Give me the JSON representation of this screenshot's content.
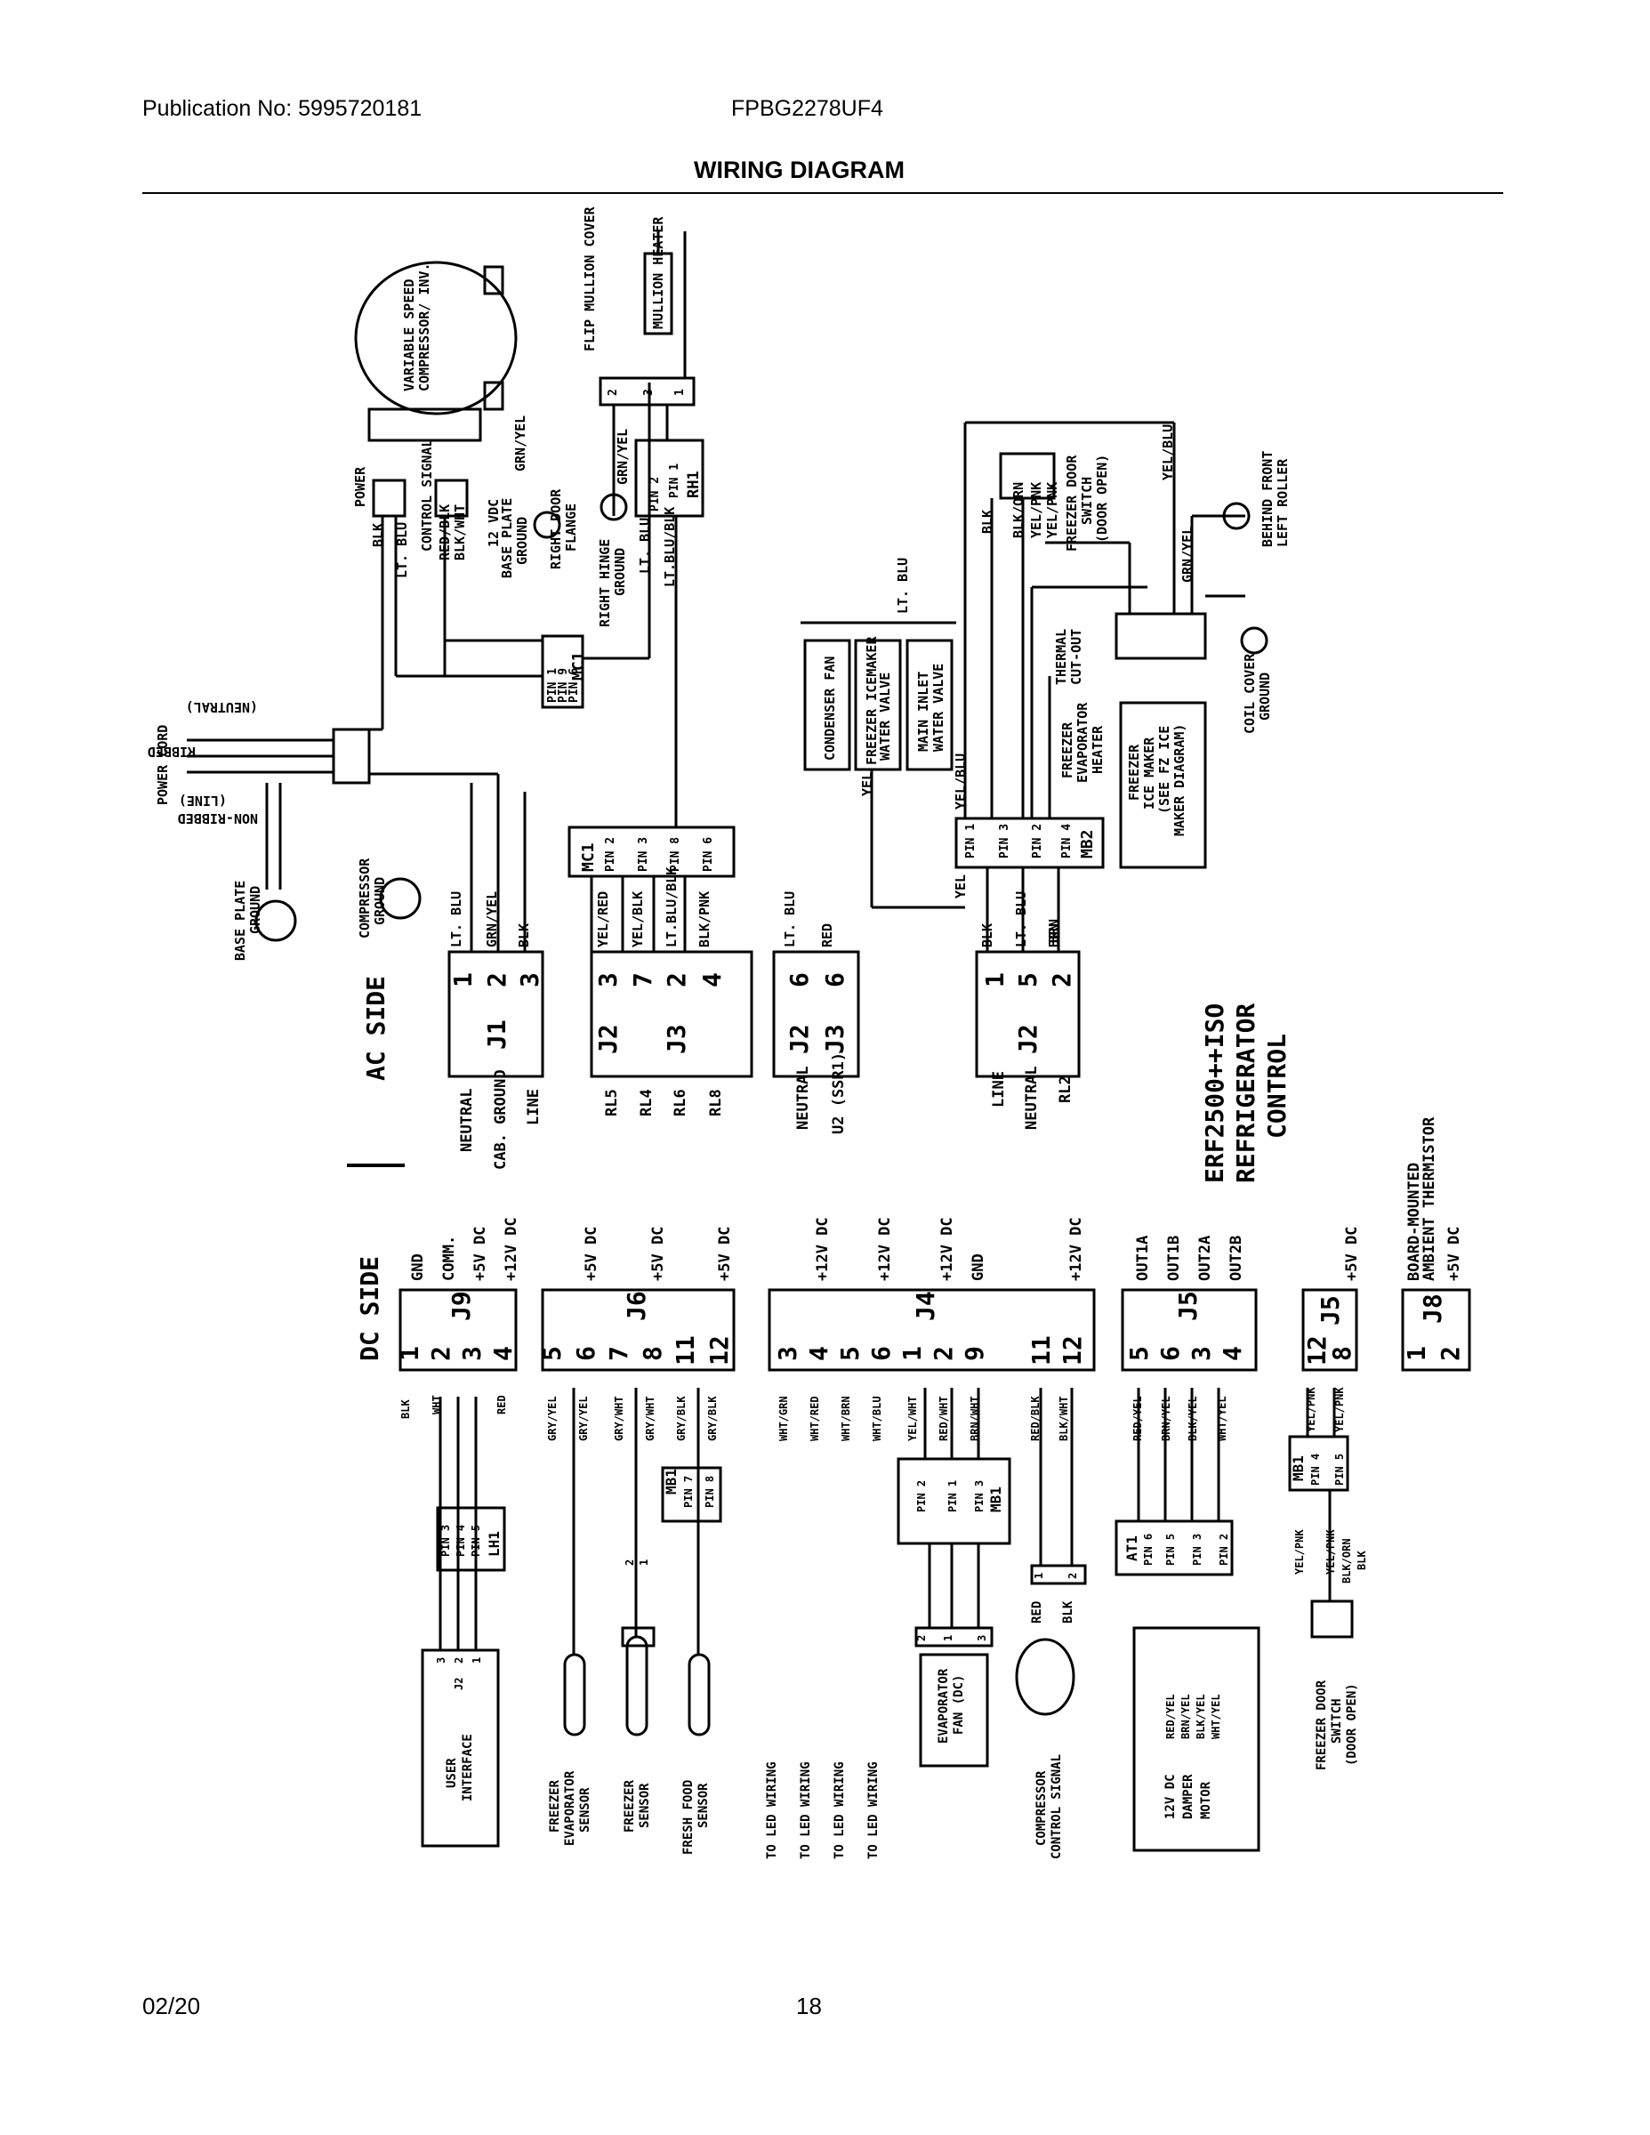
{
  "header": {
    "publication": "Publication No: 5995720181",
    "model": "FPBG2278UF4",
    "title": "WIRING DIAGRAM"
  },
  "footer": {
    "date": "02/20",
    "page": "18"
  },
  "control": {
    "line1": "ERF2500++ISO",
    "line2": "REFRIGERATOR",
    "line3": "CONTROL"
  },
  "ac": {
    "side": "AC SIDE",
    "j1": {
      "name": "J1",
      "pins": [
        "1",
        "2",
        "3"
      ],
      "labels": [
        "NEUTRAL",
        "CAB. GROUND",
        "LINE"
      ],
      "wires": [
        "LT. BLU",
        "GRN/YEL",
        "BLK"
      ]
    },
    "j23": {
      "j2": "J2",
      "j3": "J3",
      "pins": [
        "3",
        "7",
        "2",
        "4"
      ],
      "labels": [
        "RL5",
        "RL4",
        "RL6",
        "RL8"
      ],
      "wires": [
        "YEL/RED",
        "YEL/BLK",
        "LT.BLU/BLK",
        "BLK/PNK"
      ]
    },
    "u2": {
      "j2": "J2",
      "j3": "J3",
      "pins": [
        "6",
        "6"
      ],
      "labels": [
        "NEUTRAL",
        "U2 (SSR1)"
      ],
      "wires": [
        "LT. BLU",
        "RED"
      ]
    },
    "j2b": {
      "name": "J2",
      "pins": [
        "1",
        "5",
        "2"
      ],
      "labels": [
        "LINE",
        "NEUTRAL",
        "RL2"
      ],
      "wires": [
        "BLK",
        "LT. BLU",
        "BRN"
      ]
    },
    "mc1": {
      "name": "MC1",
      "pins": [
        "PIN 2",
        "PIN 3",
        "PIN 8",
        "PIN 6"
      ],
      "pins_small": [
        "PIN 1",
        "PIN 9",
        "PIN 6"
      ]
    },
    "mb2": {
      "name": "MB2",
      "pins": [
        "PIN 1",
        "PIN 3",
        "PIN 2",
        "PIN 4"
      ]
    },
    "rh1": {
      "name": "RH1",
      "pins": [
        "PIN 2",
        "PIN 1"
      ],
      "conn": [
        "2",
        "3",
        "1"
      ]
    },
    "labels": {
      "power_cord": "POWER CORD",
      "ribbed": "RIBBED",
      "neutral_paren": "(NEUTRAL)",
      "non_ribbed": "NON-RIBBED",
      "line_paren": "(LINE)",
      "base_plate_ground": [
        "BASE PLATE",
        "GROUND"
      ],
      "compressor_ground": [
        "COMPRESSOR",
        "GROUND"
      ],
      "compressor": [
        "VARIABLE SPEED",
        "COMPRESSOR/ INV."
      ],
      "power": "POWER",
      "control_signal": "CONTROL SIGNAL",
      "blk": "BLK",
      "lt_blu": "LT. BLU",
      "red_blk": "RED/BLK",
      "blk_wht": "BLK/WHT",
      "vdc12": "12 VDC",
      "base_plate_ground2": [
        "BASE PLATE",
        "GROUND"
      ],
      "grn_yel": "GRN/YEL",
      "right_door_flange": [
        "RIGHT DOOR",
        "FLANGE"
      ],
      "right_hinge_ground": [
        "RIGHT HINGE",
        "GROUND"
      ],
      "lt_blu_blk": "LT.BLU/BLK",
      "flip_mullion_cover": "FLIP MULLION COVER",
      "mullion_heater": "MULLION HEATER",
      "condenser_fan": "CONDENSER FAN",
      "freezer_icemaker": [
        "FREEZER ICEMAKER",
        "WATER VALVE"
      ],
      "main_inlet": [
        "MAIN INLET",
        "WATER VALVE"
      ],
      "yel": "YEL",
      "yel_blu": "YEL/BLU",
      "freezer_door_switch": [
        "FREEZER DOOR",
        "SWITCH",
        "(DOOR OPEN)"
      ],
      "blk_orn": "BLK/ORN",
      "yel_pnk": "YEL/PNK",
      "behind_front_left_roller": [
        "BEHIND FRONT",
        "LEFT ROLLER"
      ],
      "thermal_cutout": [
        "THERMAL",
        "CUT-OUT"
      ],
      "freezer_evap_heater": [
        "FREEZER",
        "EVAPORATOR",
        "HEATER"
      ],
      "freezer_ice_maker": [
        "FREEZER",
        "ICE MAKER",
        "(SEE FZ ICE",
        "MAKER DIAGRAM)"
      ],
      "coil_cover_ground": [
        "COIL COVER",
        "GROUND"
      ],
      "brn": "BRN"
    }
  },
  "dc": {
    "side": "DC SIDE",
    "j9": {
      "name": "J9",
      "pins": [
        "1",
        "2",
        "3",
        "4"
      ],
      "labels": [
        "GND",
        "COMM.",
        "+5V DC",
        "+12V DC"
      ],
      "wires": [
        "BLK",
        "WHT",
        "",
        "RED"
      ]
    },
    "j6": {
      "name": "J6",
      "pins": [
        "5",
        "6",
        "7",
        "8",
        "11",
        "12"
      ],
      "labels": [
        "+5V DC",
        "+5V DC",
        "+5V DC"
      ],
      "wires": [
        "GRY/YEL",
        "GRY/YEL",
        "GRY/WHT",
        "GRY/WHT",
        "GRY/BLK",
        "GRY/BLK"
      ]
    },
    "j4": {
      "name": "J4",
      "pins": [
        "3",
        "4",
        "5",
        "6",
        "1",
        "2",
        "9",
        "11",
        "12"
      ],
      "labels": [
        "+12V DC",
        "+12V DC",
        "+12V DC",
        "GND",
        "+12V DC"
      ],
      "wires": [
        "WHT/GRN",
        "WHT/RED",
        "WHT/BRN",
        "WHT/BLU",
        "YEL/WHT",
        "RED/WHT",
        "BRN/WHT",
        "RED/BLK",
        "BLK/WHT"
      ]
    },
    "j5": {
      "name": "J5",
      "pins": [
        "5",
        "6",
        "3",
        "4"
      ],
      "labels": [
        "OUT1A",
        "OUT1B",
        "OUT2A",
        "OUT2B"
      ],
      "wires": [
        "RED/YEL",
        "BRN/YEL",
        "BLK/YEL",
        "WHT/YEL"
      ]
    },
    "j5b": {
      "name": "J5",
      "pins": [
        "12",
        "8"
      ],
      "labels": [
        "+5V DC"
      ],
      "wires": [
        "YEL/PNK",
        "YEL/PNK"
      ]
    },
    "j8": {
      "name": "J8",
      "pins": [
        "1",
        "2"
      ],
      "labels": [
        "BOARD-MOUNTED",
        "AMBIENT THERMISTOR",
        "+5V DC"
      ]
    },
    "lh1": {
      "name": "LH1",
      "pins": [
        "PIN 3",
        "PIN 4",
        "PIN 5"
      ]
    },
    "mb1a": {
      "name": "MB1",
      "pins": [
        "PIN 7",
        "PIN 8"
      ]
    },
    "mb1b": {
      "name": "MB1",
      "pins": [
        "PIN 2",
        "PIN 1",
        "PIN 3"
      ]
    },
    "mb1c": {
      "name": "MB1",
      "pins": [
        "PIN 4",
        "PIN 5"
      ]
    },
    "at1": {
      "name": "AT1",
      "pins": [
        "PIN 6",
        "PIN 5",
        "PIN 3",
        "PIN 2"
      ]
    },
    "j2ui": {
      "name": "J2",
      "pins": [
        "3",
        "2",
        "1"
      ]
    },
    "labels": {
      "user_interface": [
        "USER",
        "INTERFACE"
      ],
      "freezer_evap_sensor": [
        "FREEZER",
        "EVAPORATOR",
        "SENSOR"
      ],
      "freezer_sensor": [
        "FREEZER",
        "SENSOR"
      ],
      "fresh_food_sensor": [
        "FRESH FOOD",
        "SENSOR"
      ],
      "to_led": "TO LED WIRING",
      "evap_fan": [
        "EVAPORATOR",
        "FAN (DC)"
      ],
      "comp_signal": [
        "COMPRESSOR",
        "CONTROL SIGNAL"
      ],
      "red": "RED",
      "blk": "BLK",
      "damper": [
        "12V DC",
        "DAMPER",
        "MOTOR"
      ],
      "damper_wires": [
        "RED/YEL",
        "BRN/YEL",
        "BLK/YEL",
        "WHT/YEL"
      ],
      "fds": [
        "FREEZER DOOR",
        "SWITCH",
        "(DOOR OPEN)"
      ],
      "fds_wires": [
        "YEL/PNK",
        "YEL/PNK",
        "BLK/ORN",
        "BLK"
      ],
      "conn2": [
        "2",
        "1"
      ],
      "conn3": [
        "2",
        "1",
        "3"
      ],
      "conn12": [
        "1",
        "2"
      ]
    }
  }
}
